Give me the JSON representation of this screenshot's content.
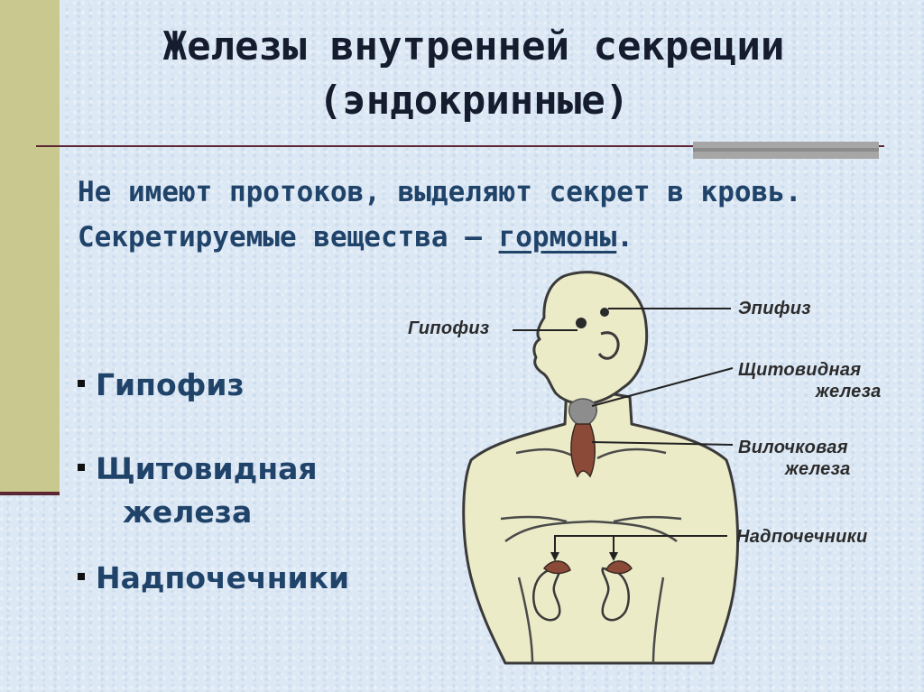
{
  "slide": {
    "title_line1": "Железы внутренней секреции",
    "title_line2": "(эндокринные)",
    "intro_text": "Не имеют протоков, выделяют секрет в кровь. Секретируемые вещества –",
    "intro_term": "гормоны",
    "intro_end": ".",
    "bullets": [
      "Гипофиз",
      "Щитовидная",
      "железа",
      "Надпочечники"
    ]
  },
  "figure": {
    "labels": {
      "pituitary": "Гипофиз",
      "pineal": "Эпифиз",
      "thyroid_line1": "Щитовидная",
      "thyroid_line2": "железа",
      "thymus_line1": "Вилочковая",
      "thymus_line2": "железа",
      "adrenals": "Надпочечники"
    }
  },
  "colors": {
    "background": "#dce8f4",
    "side_bar": "#c9c98f",
    "accent_line": "#5c2633",
    "heading_text": "#141c2e",
    "body_text": "#20436a",
    "skin": "#ecebc8",
    "gland": "#8a4a37"
  }
}
